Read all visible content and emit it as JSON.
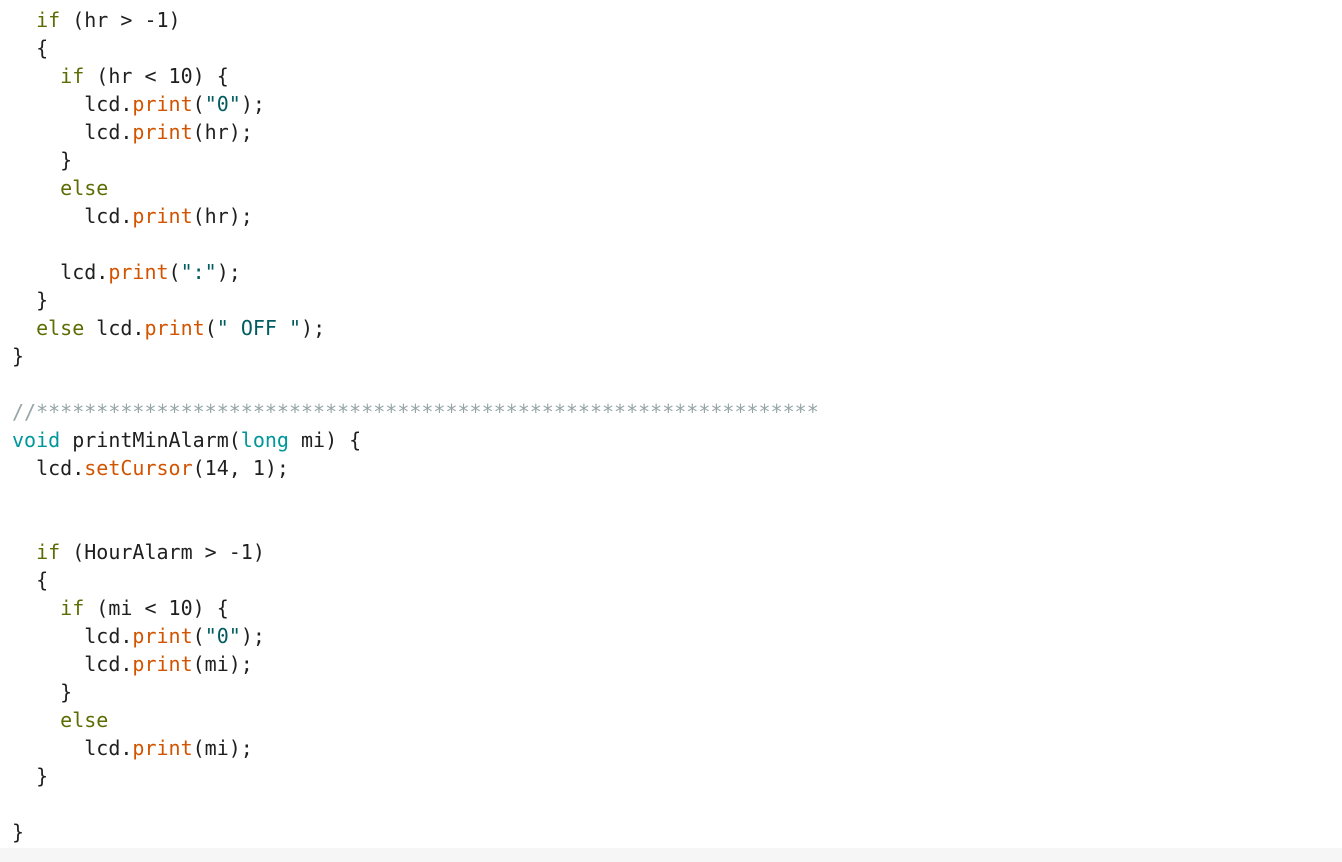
{
  "colors": {
    "keyword": "#5e6d03",
    "function": "#d35400",
    "string": "#005c5f",
    "type": "#00979c",
    "comment": "#95a5a6",
    "text": "#1f1f1f",
    "background": "#ffffff"
  },
  "code": {
    "lines": [
      [
        {
          "t": "  "
        },
        {
          "t": "if",
          "c": "kw"
        },
        {
          "t": " (hr > -1)"
        }
      ],
      [
        {
          "t": "  {"
        }
      ],
      [
        {
          "t": "    "
        },
        {
          "t": "if",
          "c": "kw"
        },
        {
          "t": " (hr < 10) {"
        }
      ],
      [
        {
          "t": "      lcd."
        },
        {
          "t": "print",
          "c": "fn"
        },
        {
          "t": "("
        },
        {
          "t": "\"0\"",
          "c": "st"
        },
        {
          "t": ");"
        }
      ],
      [
        {
          "t": "      lcd."
        },
        {
          "t": "print",
          "c": "fn"
        },
        {
          "t": "(hr);"
        }
      ],
      [
        {
          "t": "    }"
        }
      ],
      [
        {
          "t": "    "
        },
        {
          "t": "else",
          "c": "kw"
        }
      ],
      [
        {
          "t": "      lcd."
        },
        {
          "t": "print",
          "c": "fn"
        },
        {
          "t": "(hr);"
        }
      ],
      [
        {
          "t": ""
        }
      ],
      [
        {
          "t": "    lcd."
        },
        {
          "t": "print",
          "c": "fn"
        },
        {
          "t": "("
        },
        {
          "t": "\":\"",
          "c": "st"
        },
        {
          "t": ");"
        }
      ],
      [
        {
          "t": "  }"
        }
      ],
      [
        {
          "t": "  "
        },
        {
          "t": "else",
          "c": "kw"
        },
        {
          "t": " lcd."
        },
        {
          "t": "print",
          "c": "fn"
        },
        {
          "t": "("
        },
        {
          "t": "\" OFF \"",
          "c": "st"
        },
        {
          "t": ");"
        }
      ],
      [
        {
          "t": "}"
        }
      ],
      [
        {
          "t": ""
        }
      ],
      [
        {
          "t": "//*****************************************************************",
          "c": "cm"
        }
      ],
      [
        {
          "t": "void",
          "c": "ty"
        },
        {
          "t": " printMinAlarm("
        },
        {
          "t": "long",
          "c": "ty"
        },
        {
          "t": " mi) {"
        }
      ],
      [
        {
          "t": "  lcd."
        },
        {
          "t": "setCursor",
          "c": "fn"
        },
        {
          "t": "(14, 1);"
        }
      ],
      [
        {
          "t": ""
        }
      ],
      [
        {
          "t": ""
        }
      ],
      [
        {
          "t": "  "
        },
        {
          "t": "if",
          "c": "kw"
        },
        {
          "t": " (HourAlarm > -1)"
        }
      ],
      [
        {
          "t": "  {"
        }
      ],
      [
        {
          "t": "    "
        },
        {
          "t": "if",
          "c": "kw"
        },
        {
          "t": " (mi < 10) {"
        }
      ],
      [
        {
          "t": "      lcd."
        },
        {
          "t": "print",
          "c": "fn"
        },
        {
          "t": "("
        },
        {
          "t": "\"0\"",
          "c": "st"
        },
        {
          "t": ");"
        }
      ],
      [
        {
          "t": "      lcd."
        },
        {
          "t": "print",
          "c": "fn"
        },
        {
          "t": "(mi);"
        }
      ],
      [
        {
          "t": "    }"
        }
      ],
      [
        {
          "t": "    "
        },
        {
          "t": "else",
          "c": "kw"
        }
      ],
      [
        {
          "t": "      lcd."
        },
        {
          "t": "print",
          "c": "fn"
        },
        {
          "t": "(mi);"
        }
      ],
      [
        {
          "t": "  }"
        }
      ],
      [
        {
          "t": ""
        }
      ],
      [
        {
          "t": "}"
        }
      ]
    ]
  }
}
